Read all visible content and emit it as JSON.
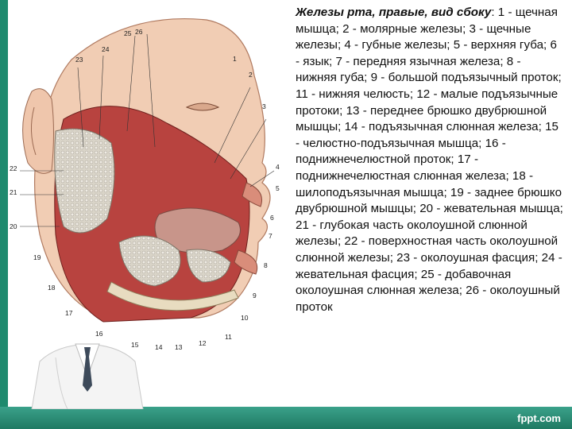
{
  "caption": {
    "title": "Железы рта, правые, вид сбоку",
    "body": ": 1 - щечная мышца; 2 - молярные железы; 3 - щечные железы; 4 - губные железы; 5 - верхняя губа; 6 - язык; 7 - передняя язычная железа; 8 - нижняя губа; 9 - большой подъязычный проток; 11 - нижняя челюсть; 12 - малые подъязычные протоки; 13 - переднее брюшко двубрюшной мышцы; 14 - подъязычная слюнная железа; 15 - челюстно-подъязычная мышца; 16 - поднижнечелюстной проток; 17 - поднижнечелюстная слюнная железа; 18 - шилоподъязычная мышца; 19 - заднее брюшко двубрюшной мышцы; 20 - жевательная мышца; 21 - глубокая часть околоушной слюнной железы; 22 - поверхностная часть околоушной слюнной железы; 23 - околоушная фасция; 24 - жевательная фасция; 25 - добавочная околоушная слюнная железа; 26 - околоушный проток"
  },
  "figure_labels": {
    "n1": "1",
    "n2": "2",
    "n3": "3",
    "n4": "4",
    "n5": "5",
    "n6": "6",
    "n7": "7",
    "n8": "8",
    "n9": "9",
    "n10": "10",
    "n11": "11",
    "n12": "12",
    "n13": "13",
    "n14": "14",
    "n15": "15",
    "n16": "16",
    "n17": "17",
    "n18": "18",
    "n19": "19",
    "n20": "20",
    "n21": "21",
    "n22": "22",
    "n23": "23",
    "n24": "24",
    "n25": "25",
    "n26": "26"
  },
  "footer": {
    "brand": "fppt.com"
  },
  "colors": {
    "accent": "#1e8a6e",
    "skin": "#f1cdb4",
    "muscle": "#b8433f",
    "gland": "#dcd7cc",
    "bone": "#e8dcc0"
  }
}
